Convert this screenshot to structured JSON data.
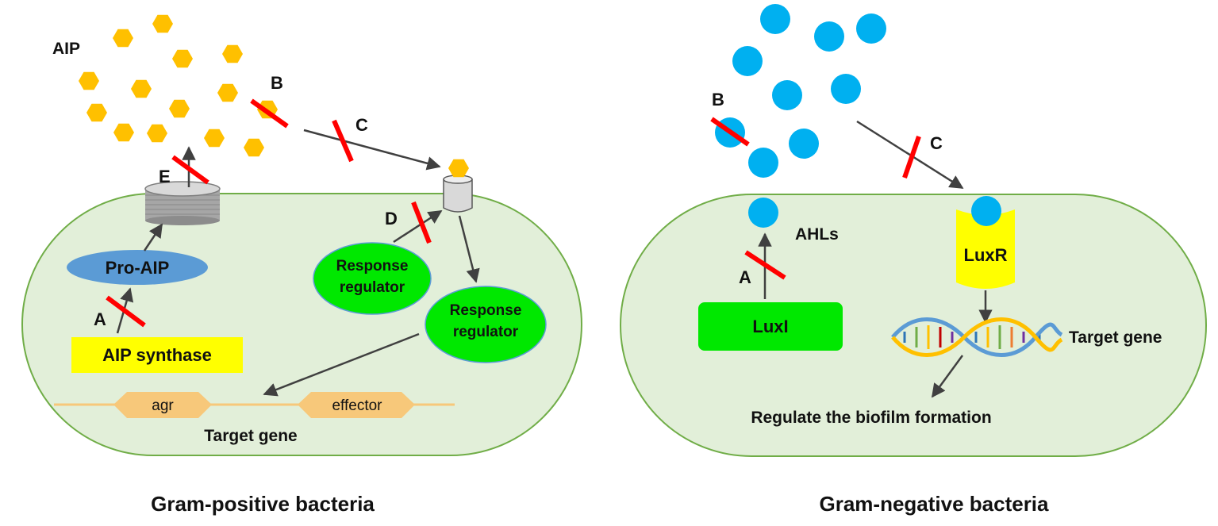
{
  "gram_positive": {
    "caption": "Gram-positive bacteria",
    "aip_label": "AIP",
    "pro_aip": "Pro-AIP",
    "aip_synthase": "AIP synthase",
    "response_regulator_1": [
      "Response",
      "regulator"
    ],
    "response_regulator_2": [
      "Response",
      "regulator"
    ],
    "gene_agr": "agr",
    "gene_effector": "effector",
    "target_gene": "Target gene",
    "letters": {
      "a": "A",
      "b": "B",
      "c": "C",
      "d": "D",
      "e": "E"
    }
  },
  "gram_negative": {
    "caption": "Gram-negative bacteria",
    "ahls_label": "AHLs",
    "luxi": "LuxI",
    "luxr": "LuxR",
    "target_gene": "Target gene",
    "regulate": "Regulate the biofilm formation",
    "letters": {
      "a": "A",
      "b": "B",
      "c": "C"
    }
  },
  "colors": {
    "cell_fill": "#e2efd9",
    "cell_stroke": "#70ad47",
    "aip_hexagon": "#ffc000",
    "ahl_circle": "#00b0f0",
    "response_regulator": "#00e800",
    "luxi_box": "#00e800",
    "aip_synthase_box": "#ffff00",
    "luxr_box": "#ffff00",
    "pro_aip": "#5b9bd5",
    "gene_bar": "#f7c87a",
    "inhibit_mark": "#ff0000",
    "arrow": "#404040"
  }
}
